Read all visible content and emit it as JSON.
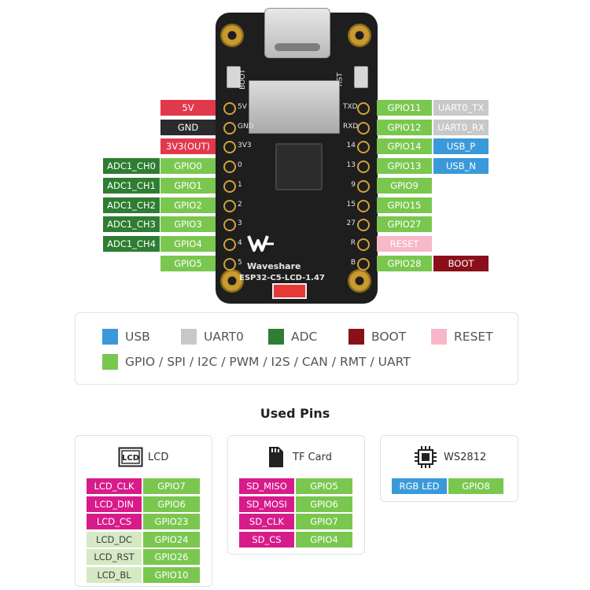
{
  "board": {
    "brand": "Waveshare",
    "model": "ESP32-C5-LCD-1.47",
    "silk_left": [
      "5V",
      "GND",
      "3V3",
      "0",
      "1",
      "2",
      "3",
      "4",
      "5"
    ],
    "silk_right": [
      "TXD",
      "RXD",
      "14",
      "13",
      "9",
      "15",
      "27",
      "R",
      "B"
    ],
    "silk_top_left": "BOOT",
    "silk_top_right": "RST"
  },
  "pins_left": [
    {
      "name": "5V",
      "color": "red"
    },
    {
      "name": "GND",
      "color": "black"
    },
    {
      "name": "3V3(OUT)",
      "color": "red"
    },
    {
      "name": "GPIO0",
      "color": "green",
      "alt": "ADC1_CH0"
    },
    {
      "name": "GPIO1",
      "color": "green",
      "alt": "ADC1_CH1"
    },
    {
      "name": "GPIO2",
      "color": "green",
      "alt": "ADC1_CH2"
    },
    {
      "name": "GPIO3",
      "color": "green",
      "alt": "ADC1_CH3"
    },
    {
      "name": "GPIO4",
      "color": "green",
      "alt": "ADC1_CH4"
    },
    {
      "name": "GPIO5",
      "color": "green"
    }
  ],
  "pins_right": [
    {
      "name": "GPIO11",
      "color": "green",
      "alt": "UART0_TX",
      "alt_color": "gray"
    },
    {
      "name": "GPIO12",
      "color": "green",
      "alt": "UART0_RX",
      "alt_color": "gray"
    },
    {
      "name": "GPIO14",
      "color": "green",
      "alt": "USB_P",
      "alt_color": "blue"
    },
    {
      "name": "GPIO13",
      "color": "green",
      "alt": "USB_N",
      "alt_color": "blue"
    },
    {
      "name": "GPIO9",
      "color": "green"
    },
    {
      "name": "GPIO15",
      "color": "green"
    },
    {
      "name": "GPIO27",
      "color": "green"
    },
    {
      "name": "RESET",
      "color": "pink"
    },
    {
      "name": "GPIO28",
      "color": "green",
      "alt": "BOOT",
      "alt_color": "boot"
    }
  ],
  "legend": {
    "items": [
      {
        "label": "USB",
        "color": "#3a9ad9"
      },
      {
        "label": "UART0",
        "color": "#c8c8c8"
      },
      {
        "label": "ADC",
        "color": "#2e7d32"
      },
      {
        "label": "BOOT",
        "color": "#8b0f1a"
      },
      {
        "label": "RESET",
        "color": "#f7b8c9"
      }
    ],
    "gpio": {
      "label": "GPIO / SPI / I2C / PWM / I2S / CAN / RMT / UART",
      "color": "#7ac74f"
    }
  },
  "used_pins": {
    "title": "Used Pins",
    "lcd": {
      "icon": "lcd-icon",
      "title": "LCD",
      "rows": [
        {
          "fn": "LCD_CLK",
          "gpio": "GPIO7",
          "style": "mag"
        },
        {
          "fn": "LCD_DIN",
          "gpio": "GPIO6",
          "style": "mag"
        },
        {
          "fn": "LCD_CS",
          "gpio": "GPIO23",
          "style": "mag"
        },
        {
          "fn": "LCD_DC",
          "gpio": "GPIO24",
          "style": "light"
        },
        {
          "fn": "LCD_RST",
          "gpio": "GPIO26",
          "style": "light"
        },
        {
          "fn": "LCD_BL",
          "gpio": "GPIO10",
          "style": "light"
        }
      ]
    },
    "tf": {
      "icon": "sd-card-icon",
      "title": "TF Card",
      "rows": [
        {
          "fn": "SD_MISO",
          "gpio": "GPIO5",
          "style": "mag"
        },
        {
          "fn": "SD_MOSI",
          "gpio": "GPIO6",
          "style": "mag"
        },
        {
          "fn": "SD_CLK",
          "gpio": "GPIO7",
          "style": "mag"
        },
        {
          "fn": "SD_CS",
          "gpio": "GPIO4",
          "style": "mag"
        }
      ]
    },
    "ws": {
      "icon": "chip-icon",
      "title": "WS2812",
      "rows": [
        {
          "fn": "RGB LED",
          "gpio": "GPIO8",
          "style": "blue"
        }
      ]
    }
  },
  "colors": {
    "red": "#e2384c",
    "black": "#2b2b2b",
    "green": "#7ac74f",
    "dark_green": "#2e7d32",
    "gray": "#c8c8c8",
    "blue": "#3a9ad9",
    "pink": "#f7b8c9",
    "boot": "#8b0f1a",
    "magenta": "#d81b8a"
  }
}
